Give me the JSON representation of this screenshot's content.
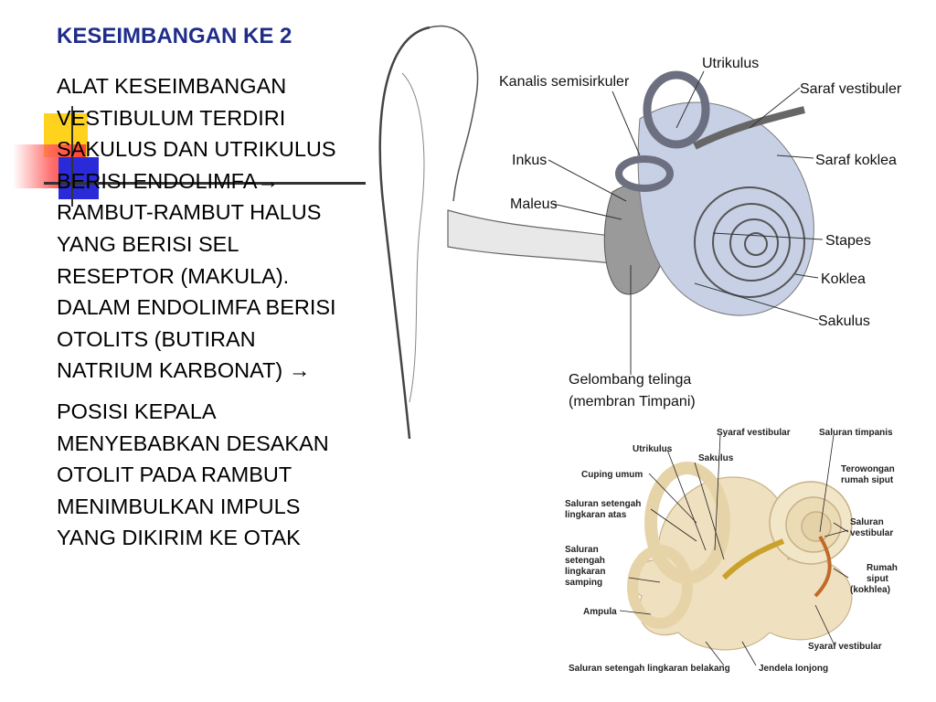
{
  "slide": {
    "title": "KESEIMBANGAN KE 2",
    "paragraph1": "ALAT KESEIMBANGAN VESTIBULUM TERDIRI SAKULUS DAN UTRIKULUS BERISI ENDOLIMFA→ RAMBUT-RAMBUT HALUS YANG BERISI SEL RESEPTOR (MAKULA). DALAM ENDOLIMFA BERISI OTOLITS (BUTIRAN NATRIUM KARBONAT) →",
    "paragraph2": "POSISI KEPALA MENYEBABKAN DESAKAN OTOLIT PADA RAMBUT MENIMBULKAN IMPULS YANG DIKIRIM KE OTAK"
  },
  "figure_top": {
    "labels": {
      "utrikulus": "Utrikulus",
      "kanalis": "Kanalis semisirkuler",
      "saraf_vestibuler": "Saraf vestibuler",
      "inkus": "Inkus",
      "saraf_koklea": "Saraf koklea",
      "maleus": "Maleus",
      "stapes": "Stapes",
      "koklea": "Koklea",
      "sakulus": "Sakulus",
      "gelombang1": "Gelombang telinga",
      "gelombang2": "(membran Timpani)"
    }
  },
  "figure_bottom": {
    "labels": {
      "syaraf_vestibular_top": "Syaraf vestibular",
      "saluran_timpanis": "Saluran timpanis",
      "utrikulus": "Utrikulus",
      "sakulus": "Sakulus",
      "terowongan1": "Terowongan",
      "terowongan2": "rumah siput",
      "cuping_umum": "Cuping umum",
      "saluran_atas1": "Saluran setengah",
      "saluran_atas2": "lingkaran atas",
      "saluran_vestibular1": "Saluran",
      "saluran_vestibular2": "vestibular",
      "saluran_samping1": "Saluran",
      "saluran_samping2": "setengah",
      "saluran_samping3": "lingkaran",
      "saluran_samping4": "samping",
      "rumah_siput1": "Rumah",
      "rumah_siput2": "siput",
      "rumah_siput3": "(kokhlea)",
      "ampula": "Ampula",
      "syaraf_vestibular_bottom": "Syaraf vestibular",
      "saluran_belakang": "Saluran setengah lingkaran belakang",
      "jendela_lonjong": "Jendela lonjong"
    }
  }
}
